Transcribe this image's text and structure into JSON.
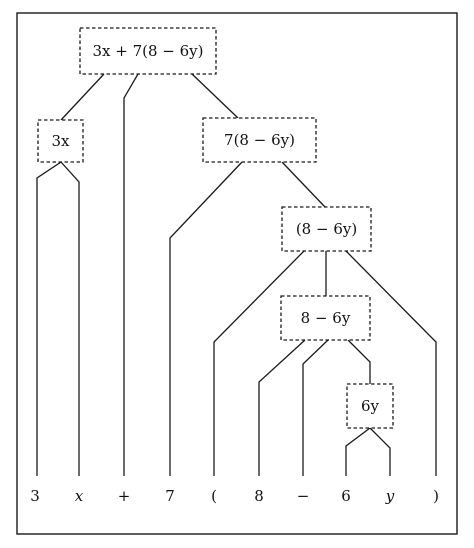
{
  "tree": {
    "nodes": [
      {
        "id": "root",
        "label": "3x + 7(8 − 6y)"
      },
      {
        "id": "n3x",
        "label": "3x"
      },
      {
        "id": "n7",
        "label": "7(8 − 6y)"
      },
      {
        "id": "nparen",
        "label": "(8 − 6y)"
      },
      {
        "id": "ndiff",
        "label": "8 − 6y"
      },
      {
        "id": "n6y",
        "label": "6y"
      }
    ],
    "leaves": [
      {
        "id": "l3",
        "label": "3"
      },
      {
        "id": "lx",
        "label": "x"
      },
      {
        "id": "lplus",
        "label": "+"
      },
      {
        "id": "l7",
        "label": "7"
      },
      {
        "id": "lopen",
        "label": "("
      },
      {
        "id": "l8",
        "label": "8"
      },
      {
        "id": "lminus",
        "label": "−"
      },
      {
        "id": "l6",
        "label": "6"
      },
      {
        "id": "ly",
        "label": "y"
      },
      {
        "id": "lclose",
        "label": ")"
      }
    ],
    "edges": [
      [
        "root",
        "n3x"
      ],
      [
        "root",
        "lplus"
      ],
      [
        "root",
        "n7"
      ],
      [
        "n3x",
        "l3"
      ],
      [
        "n3x",
        "lx"
      ],
      [
        "n7",
        "l7"
      ],
      [
        "n7",
        "nparen"
      ],
      [
        "nparen",
        "lopen"
      ],
      [
        "nparen",
        "ndiff"
      ],
      [
        "nparen",
        "lclose"
      ],
      [
        "ndiff",
        "l8"
      ],
      [
        "ndiff",
        "lminus"
      ],
      [
        "ndiff",
        "n6y"
      ],
      [
        "n6y",
        "l6"
      ],
      [
        "n6y",
        "ly"
      ]
    ]
  }
}
